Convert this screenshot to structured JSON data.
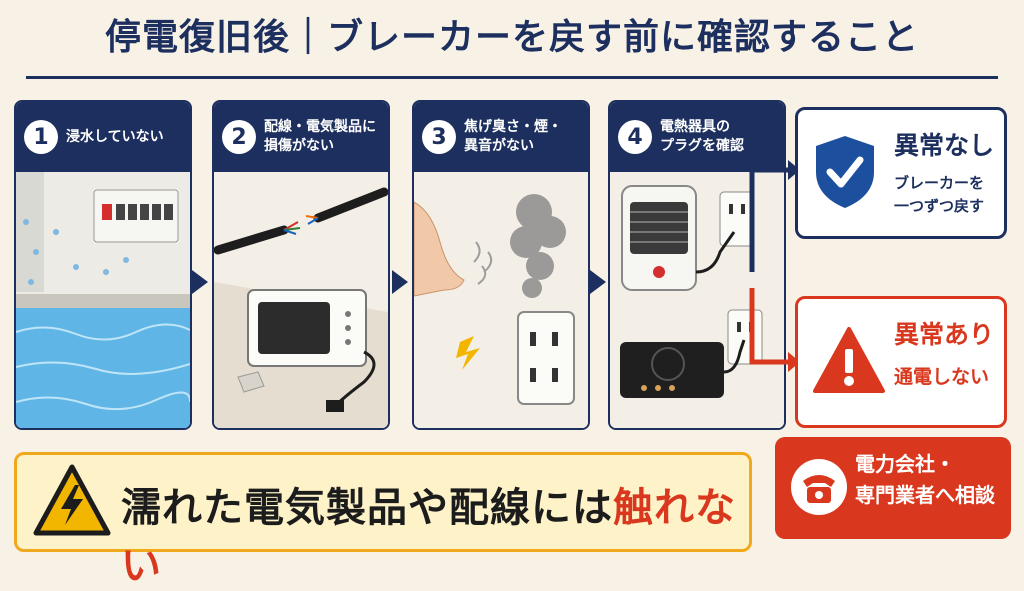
{
  "title": "停電復旧後｜ブレーカーを戻す前に確認すること",
  "steps": [
    {
      "num": "1",
      "label": "浸水していない"
    },
    {
      "num": "2",
      "label_lines": [
        "配線・電気製品に",
        "損傷がない"
      ]
    },
    {
      "num": "3",
      "label_lines": [
        "焦げ臭さ・煙・",
        "異音がない"
      ]
    },
    {
      "num": "4",
      "label_lines": [
        "電熱器具の",
        "プラグを確認"
      ]
    }
  ],
  "result_ok": {
    "title": "異常なし",
    "sub_lines": [
      "ブレーカーを",
      "一つずつ戻す"
    ]
  },
  "result_ng": {
    "title": "異常あり",
    "sub": "通電しない"
  },
  "contact": {
    "lines": [
      "電力会社・",
      "専門業者へ相談"
    ]
  },
  "warning": {
    "text": "濡れた電気製品や配線には",
    "emphasis": "触れない"
  },
  "colors": {
    "navy": "#1c2f5e",
    "red": "#d9381e",
    "yellow": "#f0a81c",
    "background": "#f8f2e6"
  }
}
